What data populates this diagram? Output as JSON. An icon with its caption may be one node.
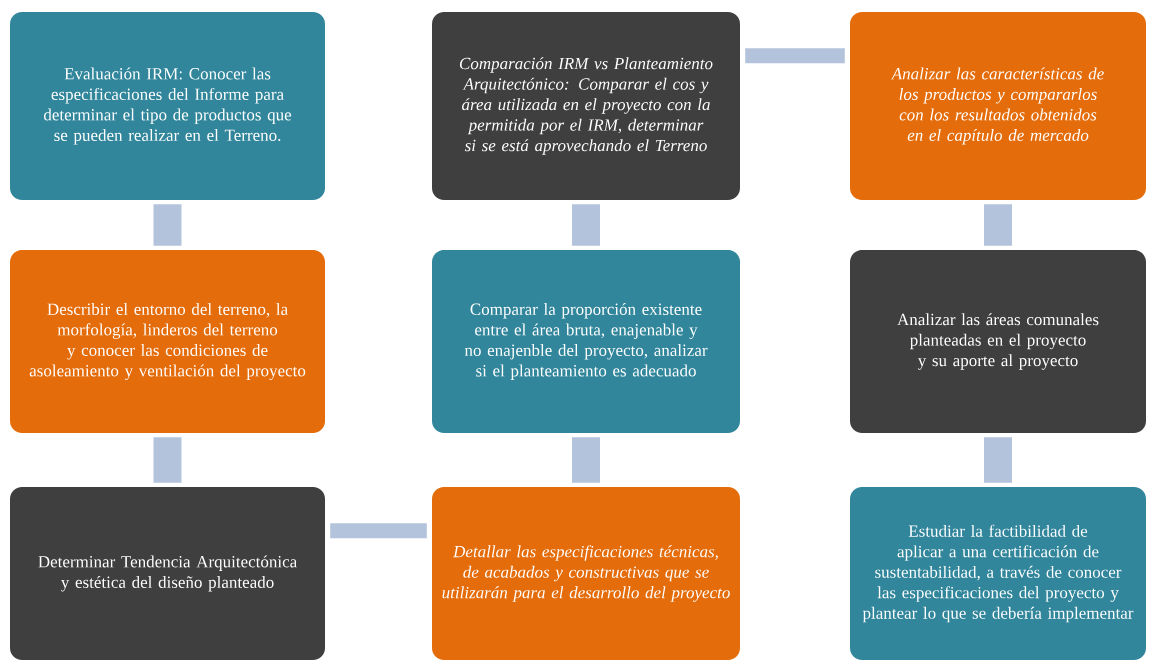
{
  "diagram": {
    "nodes": [
      {
        "text": [
          "Evaluación IRM: Conocer las especificaciones del Informe para determinar el tipo de productos que se pueden realizar en el Terreno."
        ]
      },
      {
        "text": [
          "Comparación IRM vs Planteamiento Arquitectónico: Comparar el cos y área utilizada en el proyecto con la permitida por el IRM, determinar si se está aprovechando el Terreno"
        ]
      },
      {
        "text": [
          "Analizar las características de los productos y compararlos con los resultados obtenidos en el capítulo de mercado"
        ]
      },
      {
        "text": [
          "Describir el entorno del terreno, la morfología, linderos del terreno y conocer las condiciones de asoleamiento y ventilación del proyecto"
        ]
      },
      {
        "text": [
          "Comparar la proporción existente entre el área bruta, enajenable y no enajenble del proyecto, analizar si el planteamiento es adecuado"
        ]
      },
      {
        "text": [
          "Analizar las áreas comunales planteadas en el proyecto y su aporte al proyecto"
        ]
      },
      {
        "text": [
          "Determinar Tendencia Arquitectónica y estética del diseño planteado"
        ]
      },
      {
        "text": [
          "Detallar las especificaciones técnicas, de acabados y constructivas que se utilizarán para el desarrollo del proyecto"
        ]
      },
      {
        "text": [
          "Estudiar la factibilidad de aplicar a una certificación de sustentabilidad, a través de conocer las especificaciones del proyecto y plantear lo que se debería implementar"
        ]
      }
    ],
    "edges": [
      {
        "from": 0,
        "to": 3,
        "arrow": "none"
      },
      {
        "from": 3,
        "to": 6,
        "arrow": "none"
      },
      {
        "from": 6,
        "to": 7,
        "arrow": "none"
      },
      {
        "from": 7,
        "to": 4,
        "arrow": "none"
      },
      {
        "from": 4,
        "to": 1,
        "arrow": "none"
      },
      {
        "from": 1,
        "to": 2,
        "arrow": "none"
      },
      {
        "from": 2,
        "to": 5,
        "arrow": "none"
      },
      {
        "from": 5,
        "to": 8,
        "arrow": "none"
      }
    ]
  }
}
